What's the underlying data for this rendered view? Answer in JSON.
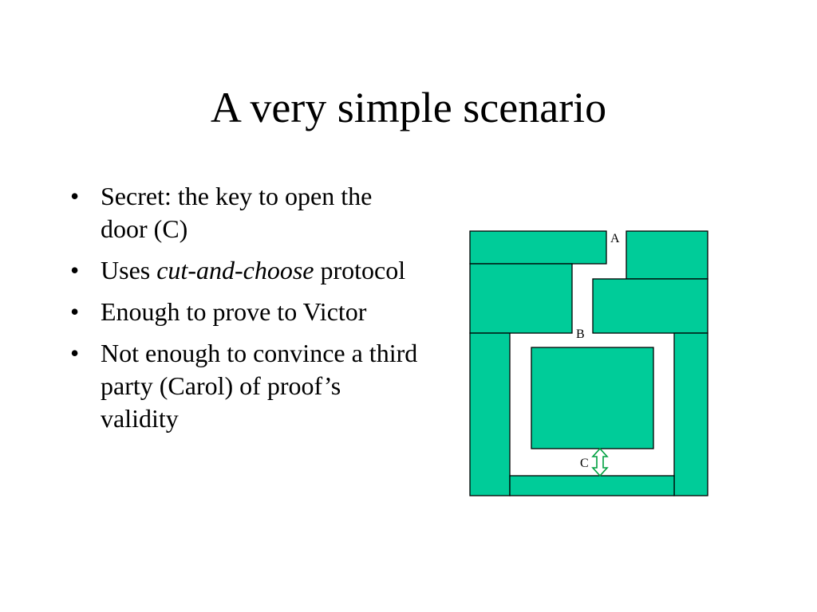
{
  "slide": {
    "title": "A very simple scenario",
    "bullets": [
      {
        "parts": [
          {
            "text": "Secret: the key to open the door (C)",
            "italic": false
          }
        ]
      },
      {
        "parts": [
          {
            "text": "Uses ",
            "italic": false
          },
          {
            "text": "cut-and-choose",
            "italic": true
          },
          {
            "text": " protocol",
            "italic": false
          }
        ]
      },
      {
        "parts": [
          {
            "text": "Enough to prove to Victor",
            "italic": false
          }
        ]
      },
      {
        "parts": [
          {
            "text": "Not enough to convince a third party (Carol) of proof’s validity",
            "italic": false
          }
        ]
      }
    ]
  },
  "diagram": {
    "labels": {
      "a": "A",
      "b": "B",
      "c": "C"
    },
    "colors": {
      "wall": "#00cc99",
      "outline": "#000000",
      "arrow": "#00a040"
    }
  }
}
